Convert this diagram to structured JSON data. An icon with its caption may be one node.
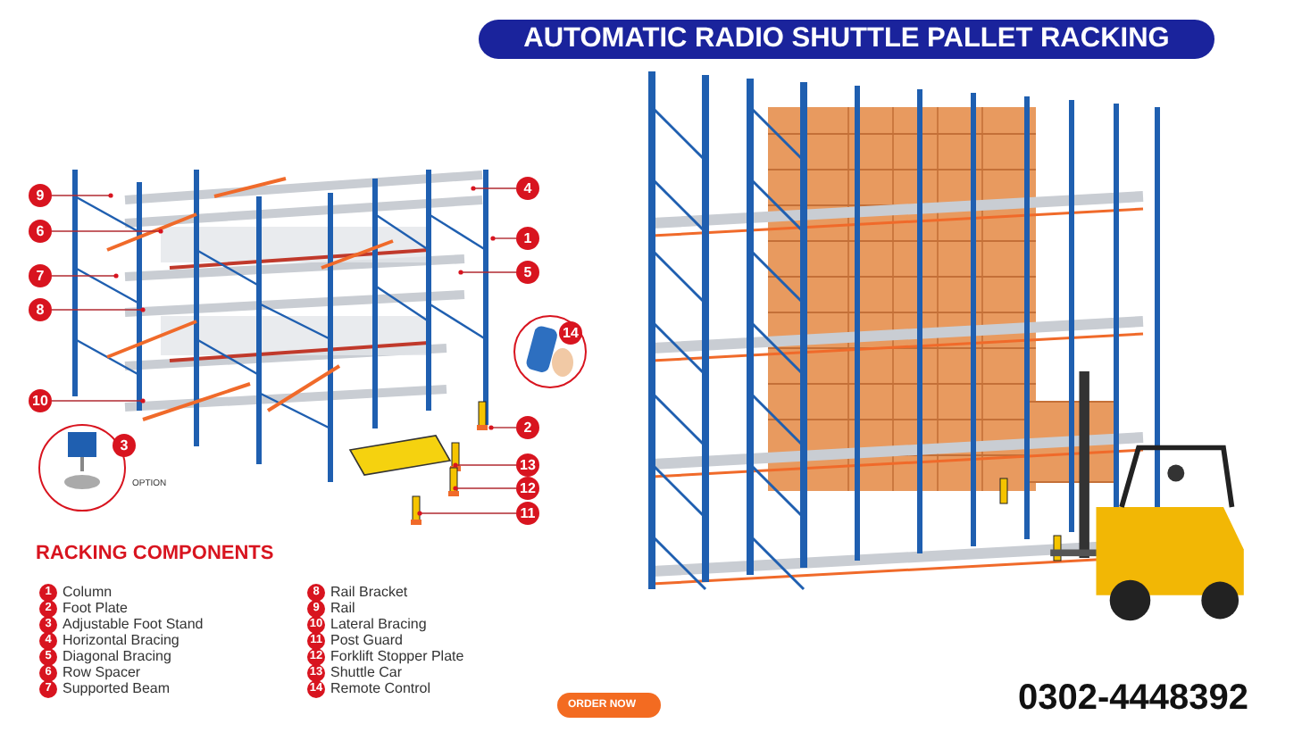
{
  "diagram": {
    "title": "AUTOMATIC RADIO SHUTTLE PALLET RACKING",
    "nodes": [
      {
        "text": [
          "9"
        ]
      },
      {
        "text": [
          "6"
        ]
      },
      {
        "text": [
          "7"
        ]
      },
      {
        "text": [
          "8"
        ]
      },
      {
        "text": [
          "10"
        ]
      },
      {
        "text": [
          "4"
        ]
      },
      {
        "text": [
          "1"
        ]
      },
      {
        "text": [
          "5"
        ]
      },
      {
        "text": [
          "2"
        ]
      },
      {
        "text": [
          "13"
        ]
      },
      {
        "text": [
          "12"
        ]
      },
      {
        "text": [
          "11"
        ]
      },
      {
        "text": [
          "14"
        ]
      },
      {
        "text": [
          "3"
        ]
      }
    ],
    "edges": [
      {
        "from": 0,
        "to": null,
        "arrow": "none"
      },
      {
        "from": 1,
        "to": null,
        "arrow": "none"
      },
      {
        "from": 2,
        "to": null,
        "arrow": "none"
      },
      {
        "from": 3,
        "to": null,
        "arrow": "none"
      },
      {
        "from": 4,
        "to": null,
        "arrow": "none"
      },
      {
        "from": 5,
        "to": null,
        "arrow": "none"
      },
      {
        "from": 6,
        "to": null,
        "arrow": "none"
      },
      {
        "from": 7,
        "to": null,
        "arrow": "none"
      },
      {
        "from": 8,
        "to": null,
        "arrow": "none"
      },
      {
        "from": 9,
        "to": null,
        "arrow": "none"
      },
      {
        "from": 10,
        "to": null,
        "arrow": "none"
      },
      {
        "from": 11,
        "to": null,
        "arrow": "none"
      }
    ],
    "labels": [
      "OPTION",
      "RACKING COMPONENTS",
      "1",
      "Column",
      "2",
      "Foot Plate",
      "3",
      "Adjustable Foot Stand",
      "4",
      "Horizontal Bracing",
      "5",
      "Diagonal Bracing",
      "6",
      "Row Spacer",
      "7",
      "Supported Beam",
      "8",
      "Rail Bracket",
      "9",
      "Rail",
      "10",
      "Lateral Bracing",
      "11",
      "Post Guard",
      "12",
      "Forklift Stopper Plate",
      "13",
      "Shuttle Car",
      "14",
      "Remote Control",
      "ORDER NOW",
      "0302-4448392"
    ]
  }
}
